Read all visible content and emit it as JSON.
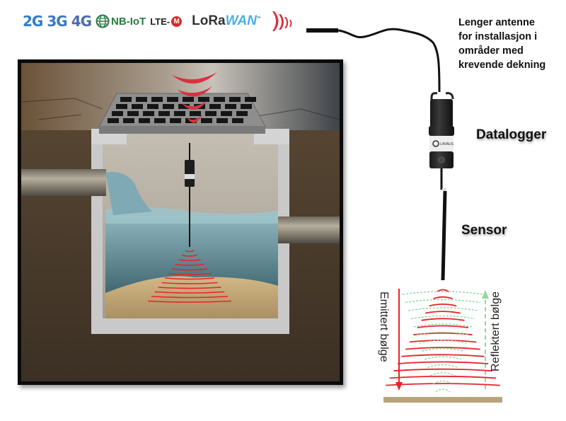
{
  "logos": {
    "network_2g": "2G",
    "network_3g": "3G",
    "network_4g": "4G",
    "nbiot": "NB-IoT",
    "ltem_prefix": "LTE-",
    "ltem_badge": "M",
    "lora_prefix": "LoRa",
    "lora_suffix": "WAN",
    "lora_tm": "™"
  },
  "callouts": {
    "antenna": [
      "Lenger antenne",
      "for installasjon i",
      "områder med",
      "krevende dekning"
    ],
    "datalogger": "Datalogger",
    "sensor": "Sensor"
  },
  "wave_diagram": {
    "emitted_label": "Emittert bølge",
    "reflected_label": "Reflektert bølge",
    "emitted_color": "#e8232b",
    "reflected_color": "#8fd99a",
    "emitted_arcs": 14,
    "reflected_arcs": 13
  },
  "scene": {
    "description": "Cross-section of a stormwater manhole with grate, inlet/outlet pipes, water and sediment; datalogger hanging from the grate with ultrasonic sensor",
    "signal_color": "#d8323f",
    "signal_arcs": 4
  },
  "device": {
    "brand_label": "LAVAUS"
  },
  "colors": {
    "cable": "#111111",
    "soil": "#4a3d2c",
    "concrete": "#b8b8b8",
    "water": "#6a9aa8",
    "sediment": "#c9ad7c"
  }
}
